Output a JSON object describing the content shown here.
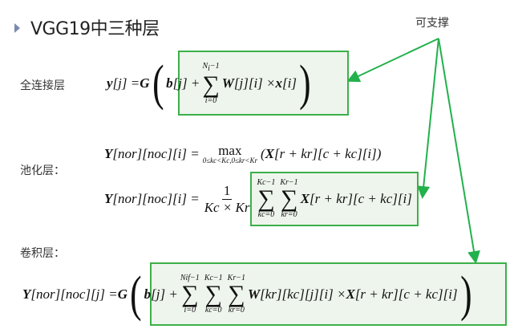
{
  "title": "VGG19中三种层",
  "annotation": "可支撑",
  "labels": {
    "fc": "全连接层",
    "pool": "池化层：",
    "conv": "卷积层："
  },
  "colors": {
    "box_fill": "#eef5ec",
    "box_border": "#3cb04a",
    "arrow": "#22b14c"
  },
  "eq1": {
    "y": "y",
    "lhs": "[j] = ",
    "G": "G",
    "b": "b",
    "bj": "[j] + ",
    "sum_top": "N",
    "sum_top_sub": "i",
    "sum_top_end": "−1",
    "sum_bot": "i=0",
    "W": "W",
    "wi": "[j][i] × ",
    "x": "x",
    "xi": "[i]"
  },
  "eq2": {
    "Y": "Y",
    "lhs": "[nor][noc][i] = ",
    "max": "max",
    "max_lim": "0≤kc<Kc,0≤kr<Kr",
    "X": "X",
    "arg": "[r + kr][c + kc][i])",
    "open": "(",
    "Y2": "Y",
    "lhs2": "[nor][noc][i] = ",
    "num": "1",
    "den": "Kc × Kr",
    "s1_top": "Kc−1",
    "s1_bot": "kc=0",
    "s2_top": "Kr−1",
    "s2_bot": "kr=0",
    "X2": "X",
    "arg2": "[r + kr][c + kc][i]"
  },
  "eq3": {
    "Y": "Y",
    "lhs": "[nor][noc][j] = ",
    "G": "G",
    "b": "b",
    "bj": "[j] + ",
    "s1_top": "Nif−1",
    "s1_bot": "i=0",
    "s2_top": "Kc−1",
    "s2_bot": "kc=0",
    "s3_top": "Kr−1",
    "s3_bot": "kr=0",
    "W": "W",
    "wi": "[kr][kc][j][i] × ",
    "X": "X",
    "xi": "[r + kr][c + kc][i]"
  }
}
